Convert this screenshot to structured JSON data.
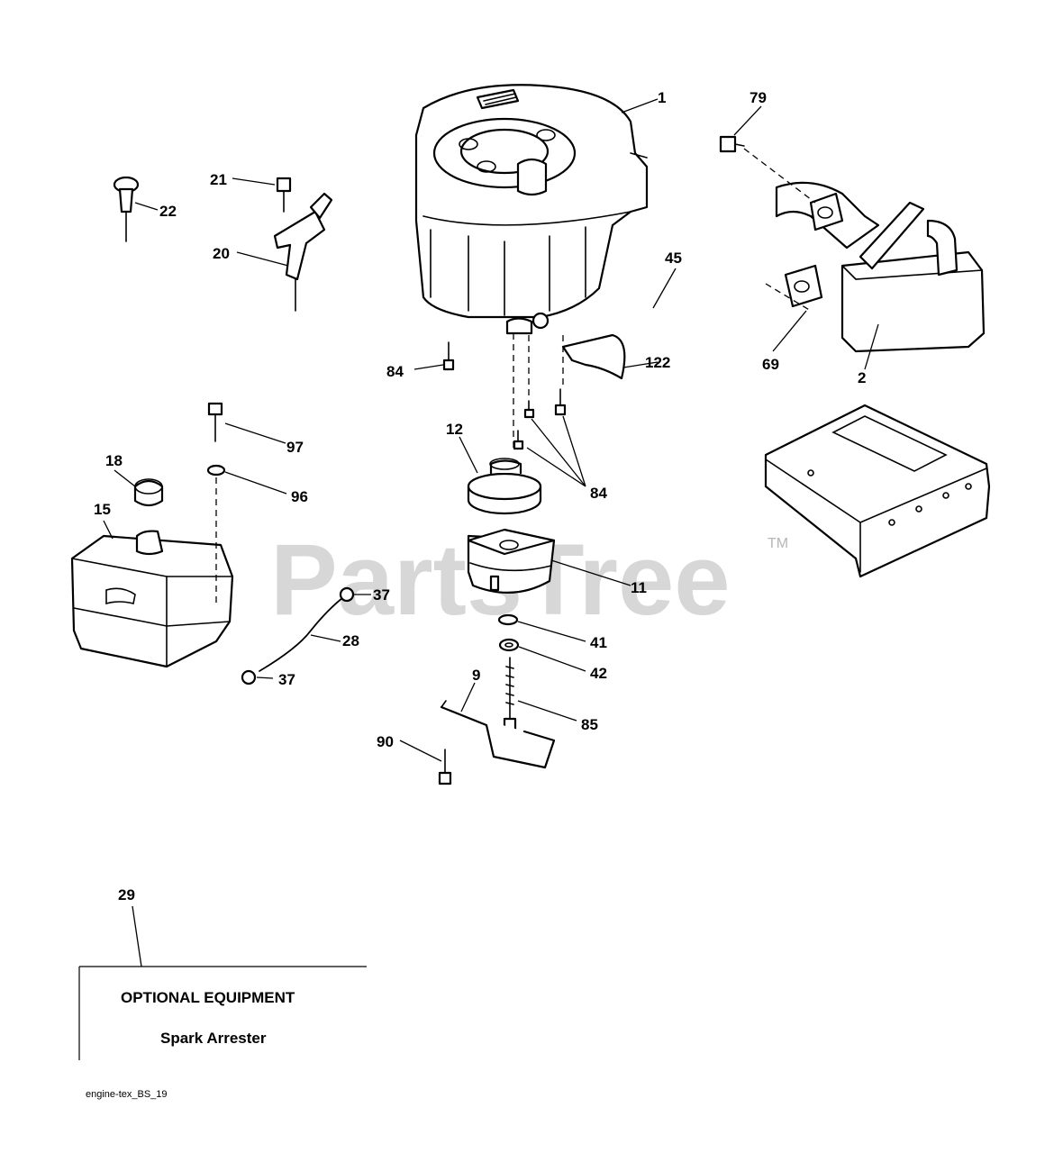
{
  "watermark": {
    "text": "PartsTree",
    "trademark": "TM"
  },
  "callouts": {
    "c1": "1",
    "c79": "79",
    "c22": "22",
    "c21": "21",
    "c20": "20",
    "c45": "45",
    "c84a": "84",
    "c122": "122",
    "c69": "69",
    "c2": "2",
    "c12": "12",
    "c84b": "84",
    "c97": "97",
    "c18": "18",
    "c96": "96",
    "c15": "15",
    "c11": "11",
    "c37a": "37",
    "c28": "28",
    "c37b": "37",
    "c41": "41",
    "c42": "42",
    "c9": "9",
    "c85": "85",
    "c90": "90",
    "c29": "29"
  },
  "optional_box": {
    "title": "OPTIONAL EQUIPMENT",
    "item": "Spark Arrester"
  },
  "footer_code": "engine-tex_BS_19"
}
